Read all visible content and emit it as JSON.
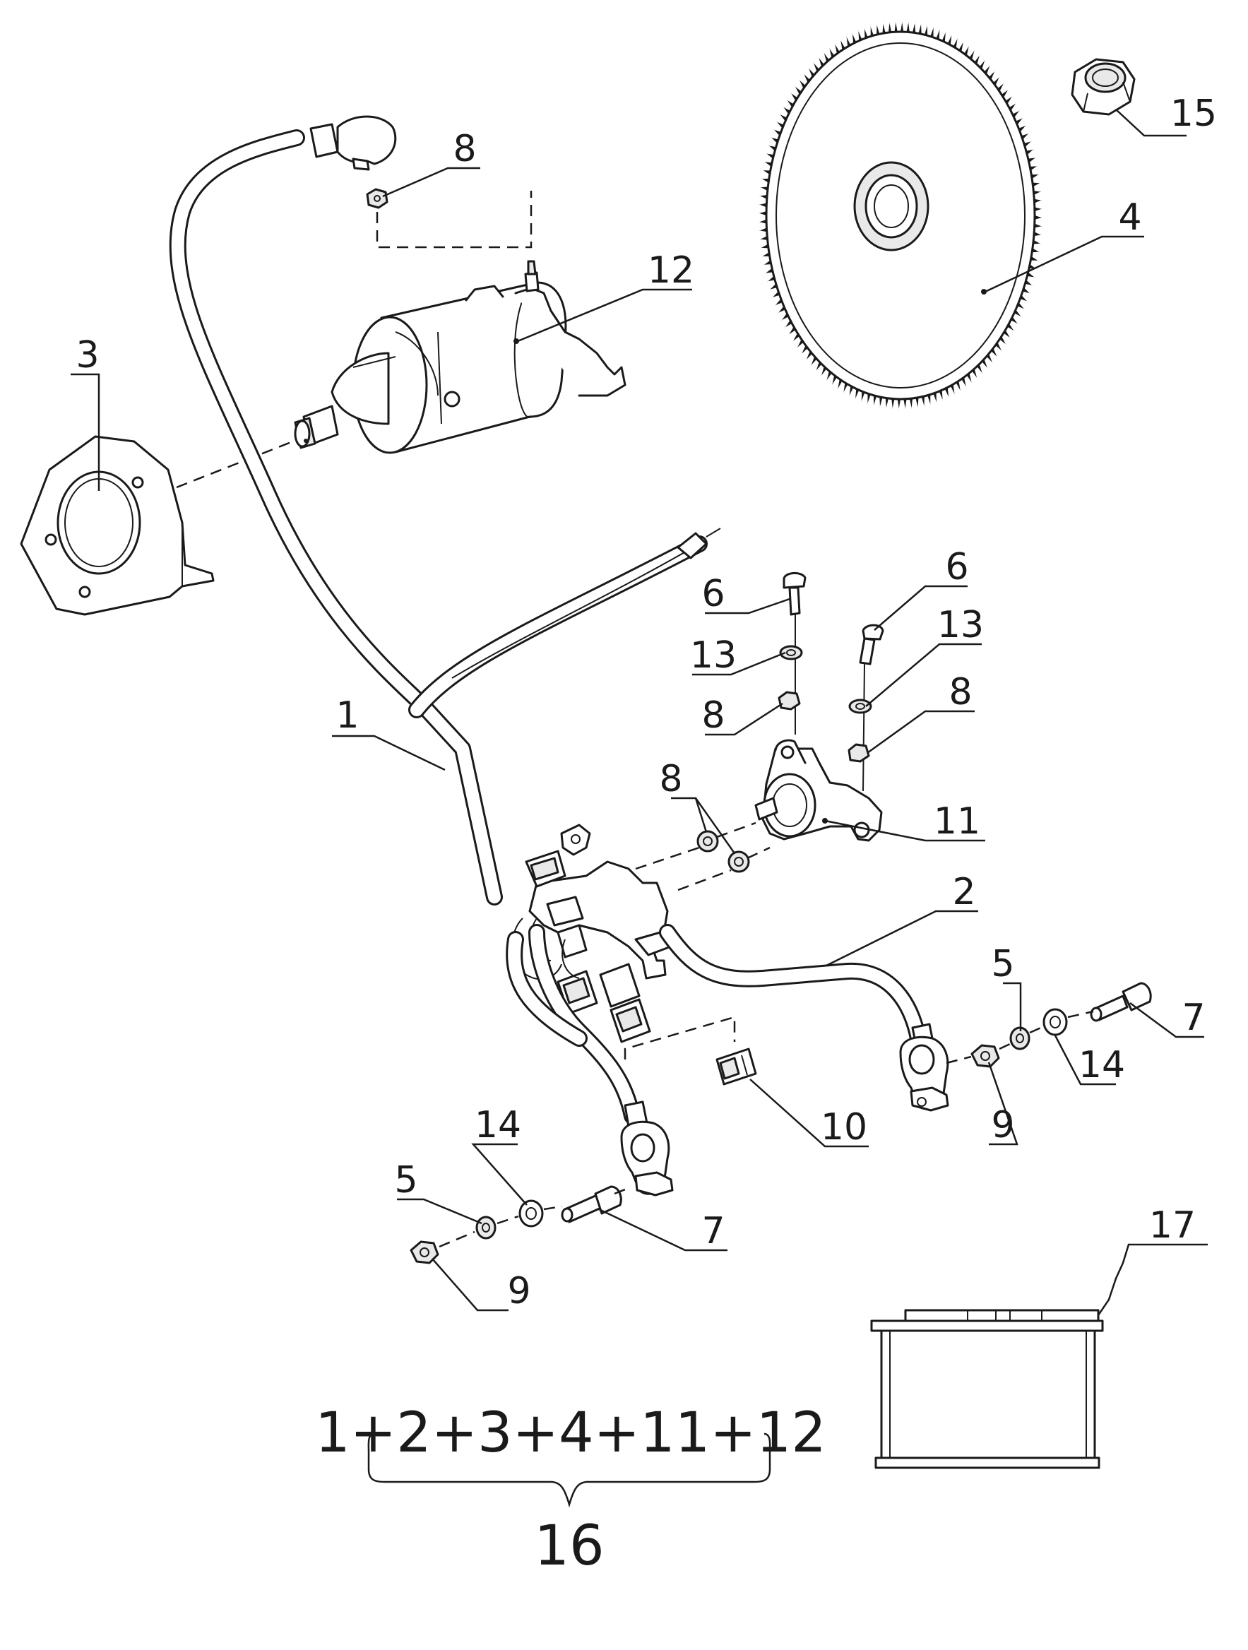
{
  "callouts": {
    "c1": "1",
    "c2": "2",
    "c3": "3",
    "c4": "4",
    "c5a": "5",
    "c5b": "5",
    "c6a": "6",
    "c6b": "6",
    "c7a": "7",
    "c7b": "7",
    "c8a": "8",
    "c8b": "8",
    "c8c": "8",
    "c8d": "8",
    "c9a": "9",
    "c9b": "9",
    "c10": "10",
    "c11": "11",
    "c12": "12",
    "c13a": "13",
    "c13b": "13",
    "c14a": "14",
    "c14b": "14",
    "c15": "15",
    "c17": "17"
  },
  "kit": {
    "formula": "1+2+3+4+11+12",
    "number": "16"
  },
  "colors": {
    "line": "#1a1a1a",
    "background": "#ffffff",
    "shade": "#e9e9e9"
  }
}
